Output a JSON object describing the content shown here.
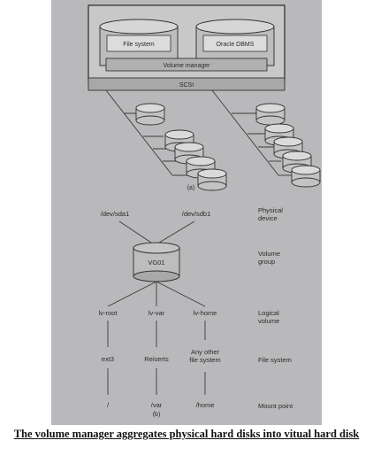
{
  "part_a": {
    "file_system": "File system",
    "oracle_dbms": "Oracle DBMS",
    "volume_manager": "Volume manager",
    "scsi": "SCSI",
    "label": "(a)"
  },
  "part_b": {
    "devices": [
      "/dev/sda1",
      "/dev/sdb1"
    ],
    "volume_group": "VG01",
    "logical_volumes": [
      "lv-root",
      "lv-var",
      "lv-home"
    ],
    "file_systems": [
      "ext3",
      "Reiserts",
      "Any other\nfile system"
    ],
    "mount_points": [
      "/",
      "/var",
      "/home"
    ],
    "label": "(b)",
    "right_labels": {
      "physical_device": "Physical\ndevice",
      "volume_group": "Volume\ngroup",
      "logical_volume": "Logical\nvolume",
      "file_system": "File system",
      "mount_point": "Mount point"
    }
  },
  "caption": "The volume manager aggregates physical hard disks into vitual hard disk",
  "colors": {
    "background_photo": "#b9b9bb",
    "box_fill": "#c9c9c9",
    "scsi_fill": "#a8a8a8",
    "volume_manager_fill": "#b0b0b0"
  }
}
